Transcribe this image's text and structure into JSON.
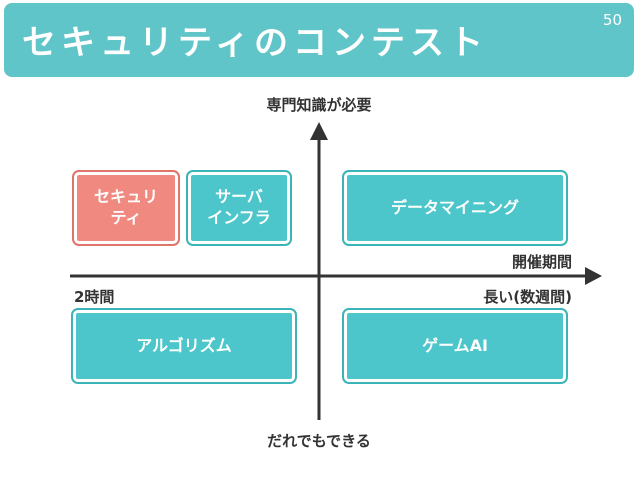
{
  "header": {
    "title": "セキュリティのコンテスト",
    "page_number": "50"
  },
  "axes": {
    "top_label": "専門知識が必要",
    "bottom_label": "だれでもできる",
    "right_top_label": "開催期間",
    "right_bottom_label": "長い(数週間)",
    "left_label": "2時間"
  },
  "boxes": {
    "security": "セキュリ\nティ",
    "server_infra": "サーバ\nインフラ",
    "data_mining": "データマイニング",
    "algorithm": "アルゴリズム",
    "game_ai": "ゲームAI"
  },
  "colors": {
    "accent": "#5fc5c8",
    "highlight": "#f08a80"
  }
}
